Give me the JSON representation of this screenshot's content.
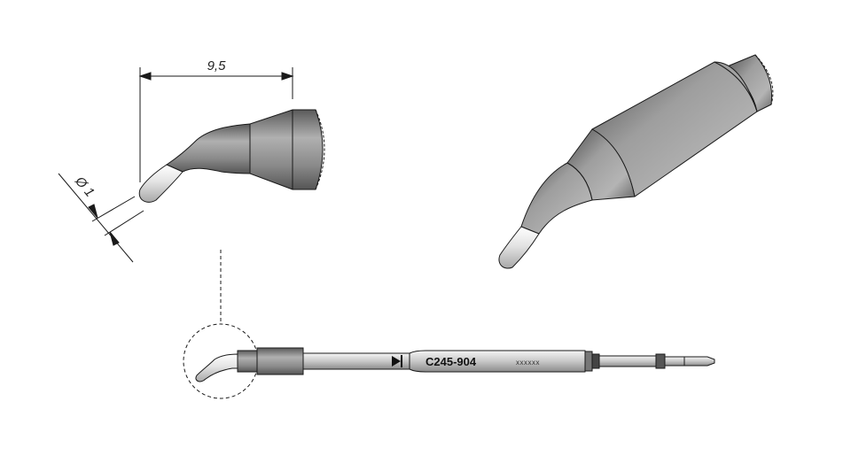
{
  "dimensions": {
    "length_label": "9,5",
    "diameter_label": "Ø 1"
  },
  "cartridge": {
    "model": "C245-904",
    "serial": "xxxxxx"
  },
  "colors": {
    "body_dark": "#6b6b6b",
    "body_mid": "#9a9a9a",
    "tip_light": "#e6e6e6",
    "line": "#1a1a1a"
  }
}
